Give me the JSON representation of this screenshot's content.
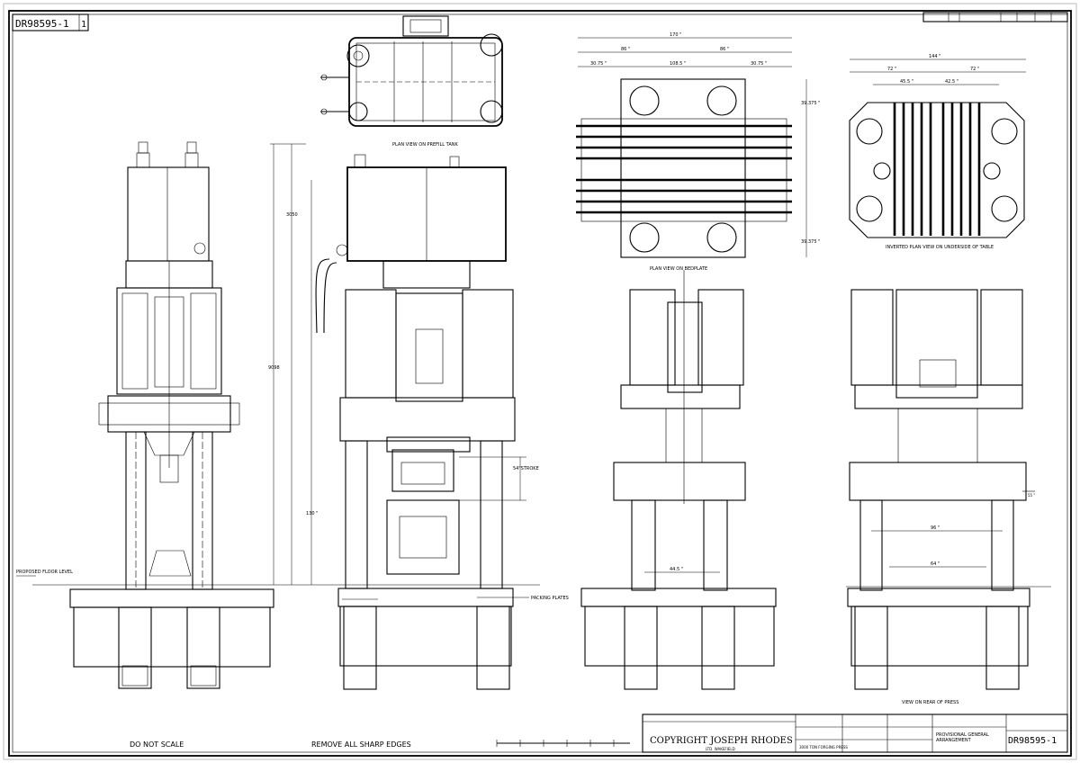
{
  "drawing_number": "DR98595-1",
  "drawing_number_tr": "DR98595-1",
  "sheet_mark": "1",
  "views": {
    "prefill_tank": "PLAN VIEW ON PREFILL TANK",
    "bedplate": "PLAN VIEW ON BEDPLATE",
    "underside": "INVERTED PLAN VIEW ON UNDERSIDE OF TABLE",
    "rear": "VIEW ON REAR OF PRESS"
  },
  "labels": {
    "floor_level": "PROPOSED FLOOR LEVEL",
    "packing_plates": "PACKING PLATES",
    "stroke": "54\"STROKE",
    "do_not_scale": "DO NOT SCALE",
    "sharp_edges": "REMOVE ALL SHARP EDGES"
  },
  "dimensions": {
    "d1": "170 \"",
    "d2": "86 \"",
    "d3": "86 \"",
    "d4": "30.75 \"",
    "d5": "30.75 \"",
    "d6": "108.5 \"",
    "d7": "39.375 \"",
    "d8": "39.375 \"",
    "d9": "144 \"",
    "d10": "72 \"",
    "d11": "72 \"",
    "d12": "45.5 \"",
    "d13": "42.5 \"",
    "d14": "96 \"",
    "d15": "64 \"",
    "d16": "44.5 \"",
    "d17": "130 \"",
    "d18": "3050",
    "d19": "9098",
    "d20": "55 \""
  },
  "title_block": {
    "copyright": "COPYRIGHT JOSEPH RHODES",
    "company_sub": "LTD. WAKEFIELD",
    "title_line1": "PROVISIONAL GENERAL",
    "title_line2": "ARRANGEMENT",
    "press": "3000 TON FORGING PRESS",
    "number": "DR98595-1"
  }
}
